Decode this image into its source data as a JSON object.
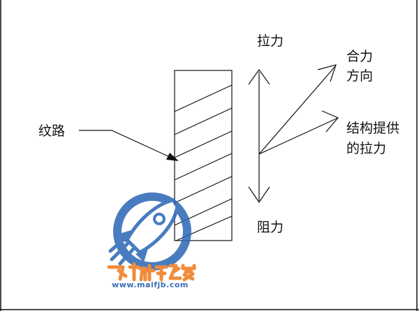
{
  "diagram": {
    "labels": {
      "texture": "纹路",
      "pull": "拉力",
      "resistance": "阻力",
      "resultant_line1": "合力",
      "resultant_line2": "方向",
      "structural_line1": "结构提供",
      "structural_line2": "的拉力"
    }
  },
  "watermark": {
    "brand": "飞机杯之家",
    "url": "www.maifjb.com"
  },
  "colors": {
    "line": "#111111",
    "background": "#ffffff",
    "watermark_blue": "#2f6ab7",
    "watermark_orange": "#ef7d22"
  }
}
